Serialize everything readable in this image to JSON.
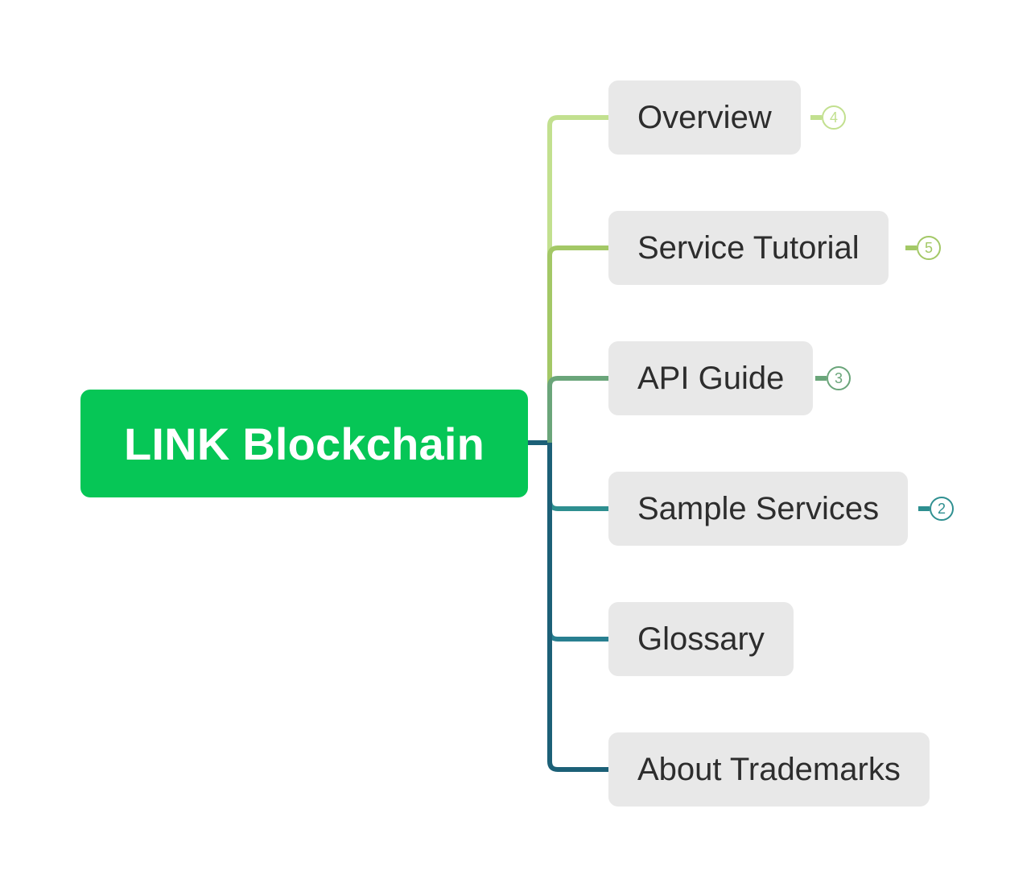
{
  "root": {
    "label": "LINK Blockchain",
    "color": "#06c656"
  },
  "topics": [
    {
      "label": "Overview",
      "color": "#c2e08f",
      "collapsed_children": "4"
    },
    {
      "label": "Service Tutorial",
      "color": "#a3c866",
      "collapsed_children": "5"
    },
    {
      "label": "API Guide",
      "color": "#6aa57a",
      "collapsed_children": "3"
    },
    {
      "label": "Sample Services",
      "color": "#2e8f90",
      "collapsed_children": "2"
    },
    {
      "label": "Glossary",
      "color": "#287f90"
    },
    {
      "label": "About Trademarks",
      "color": "#1c6077"
    }
  ],
  "connector_trunk_color": "#1c6077"
}
